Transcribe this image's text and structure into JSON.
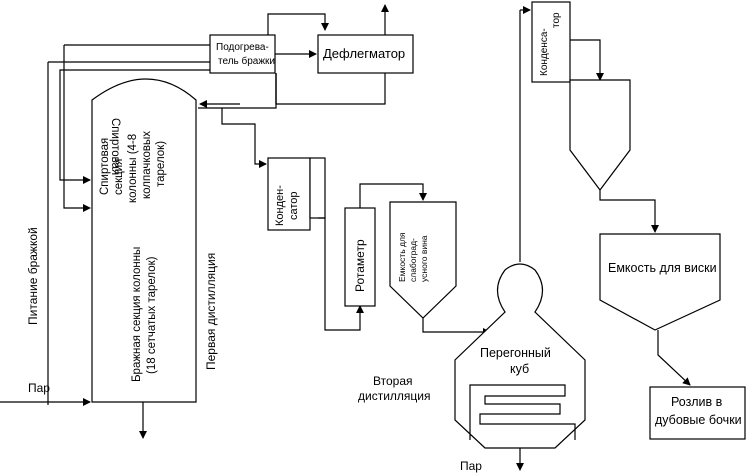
{
  "labels": {
    "feed_wort": "Питание бражкой",
    "steam_in": "Пар",
    "column_spirit_1": "Спиртовая",
    "column_spirit_2": "секция",
    "column_spirit_3": "колонны (4-8",
    "column_spirit_4": "колпачковых",
    "column_spirit_5": "тарелок)",
    "column_wort_1": "Бражная секция колонны",
    "column_wort_2": "(18 сетчатых тарелок)",
    "first_distillation": "Первая дистилляция",
    "wort_heater_1": "Подогрева-",
    "wort_heater_2": "тель бражки",
    "dephlegmator": "Дефлегматор",
    "condenser1_1": "Конден-",
    "condenser1_2": "сатор",
    "rotameter": "Ротаметр",
    "tank_weak_wine_1": "Емкость для",
    "tank_weak_wine_2": "слабоград-",
    "tank_weak_wine_3": "усного вина",
    "still_pot_1": "Перегонный",
    "still_pot_2": "куб",
    "second_distillation_1": "Вторая",
    "second_distillation_2": "дистилляция",
    "steam_bottom": "Пар",
    "condenser2_1": "Конденса-",
    "condenser2_2": "тор",
    "whisky_tank": "Емкость для виски",
    "oak_casks_1": "Розлив в",
    "oak_casks_2": "дубовые бочки"
  }
}
